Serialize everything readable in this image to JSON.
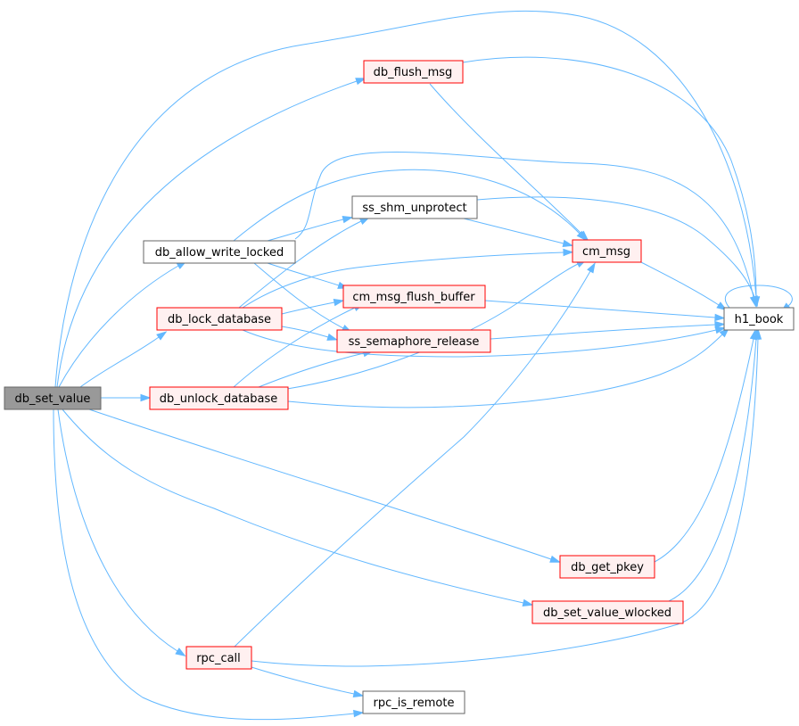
{
  "colors": {
    "edge": "#63b8ff",
    "node_root_fill": "#999999",
    "node_root_border": "#666666",
    "node_red_fill": "#fff0f0",
    "node_red_border": "#ff0000",
    "node_plain_fill": "#ffffff",
    "node_plain_border": "#666666"
  },
  "nodes": {
    "db_set_value": {
      "label": "db_set_value",
      "style": "root"
    },
    "db_flush_msg": {
      "label": "db_flush_msg",
      "style": "red"
    },
    "ss_shm_unprotect": {
      "label": "ss_shm_unprotect",
      "style": "plain"
    },
    "db_allow_write_locked": {
      "label": "db_allow_write_locked",
      "style": "plain"
    },
    "cm_msg": {
      "label": "cm_msg",
      "style": "red"
    },
    "cm_msg_flush_buffer": {
      "label": "cm_msg_flush_buffer",
      "style": "red"
    },
    "db_lock_database": {
      "label": "db_lock_database",
      "style": "red"
    },
    "h1_book": {
      "label": "h1_book",
      "style": "plain"
    },
    "ss_semaphore_release": {
      "label": "ss_semaphore_release",
      "style": "red"
    },
    "db_unlock_database": {
      "label": "db_unlock_database",
      "style": "red"
    },
    "db_get_pkey": {
      "label": "db_get_pkey",
      "style": "red"
    },
    "db_set_value_wlocked": {
      "label": "db_set_value_wlocked",
      "style": "red"
    },
    "rpc_call": {
      "label": "rpc_call",
      "style": "red"
    },
    "rpc_is_remote": {
      "label": "rpc_is_remote",
      "style": "plain"
    }
  },
  "edges": [
    {
      "from": "db_set_value",
      "to": "h1_book"
    },
    {
      "from": "db_set_value",
      "to": "db_flush_msg"
    },
    {
      "from": "db_set_value",
      "to": "db_allow_write_locked"
    },
    {
      "from": "db_set_value",
      "to": "db_lock_database"
    },
    {
      "from": "db_set_value",
      "to": "db_unlock_database"
    },
    {
      "from": "db_set_value",
      "to": "db_get_pkey"
    },
    {
      "from": "db_set_value",
      "to": "db_set_value_wlocked"
    },
    {
      "from": "db_set_value",
      "to": "rpc_call"
    },
    {
      "from": "db_set_value",
      "to": "rpc_is_remote"
    },
    {
      "from": "db_flush_msg",
      "to": "h1_book"
    },
    {
      "from": "db_flush_msg",
      "to": "cm_msg"
    },
    {
      "from": "db_allow_write_locked",
      "to": "h1_book"
    },
    {
      "from": "db_allow_write_locked",
      "to": "cm_msg"
    },
    {
      "from": "db_allow_write_locked",
      "to": "ss_shm_unprotect"
    },
    {
      "from": "db_allow_write_locked",
      "to": "cm_msg_flush_buffer"
    },
    {
      "from": "db_allow_write_locked",
      "to": "ss_semaphore_release"
    },
    {
      "from": "ss_shm_unprotect",
      "to": "cm_msg"
    },
    {
      "from": "ss_shm_unprotect",
      "to": "h1_book"
    },
    {
      "from": "cm_msg",
      "to": "h1_book"
    },
    {
      "from": "h1_book",
      "to": "h1_book"
    },
    {
      "from": "db_lock_database",
      "to": "ss_shm_unprotect"
    },
    {
      "from": "db_lock_database",
      "to": "cm_msg"
    },
    {
      "from": "db_lock_database",
      "to": "cm_msg_flush_buffer"
    },
    {
      "from": "db_lock_database",
      "to": "ss_semaphore_release"
    },
    {
      "from": "db_lock_database",
      "to": "h1_book"
    },
    {
      "from": "cm_msg_flush_buffer",
      "to": "h1_book"
    },
    {
      "from": "ss_semaphore_release",
      "to": "h1_book"
    },
    {
      "from": "db_unlock_database",
      "to": "cm_msg_flush_buffer"
    },
    {
      "from": "db_unlock_database",
      "to": "ss_semaphore_release"
    },
    {
      "from": "db_unlock_database",
      "to": "cm_msg"
    },
    {
      "from": "db_unlock_database",
      "to": "h1_book"
    },
    {
      "from": "db_get_pkey",
      "to": "h1_book"
    },
    {
      "from": "db_set_value_wlocked",
      "to": "h1_book"
    },
    {
      "from": "rpc_call",
      "to": "cm_msg"
    },
    {
      "from": "rpc_call",
      "to": "h1_book"
    },
    {
      "from": "rpc_call",
      "to": "rpc_is_remote"
    }
  ]
}
